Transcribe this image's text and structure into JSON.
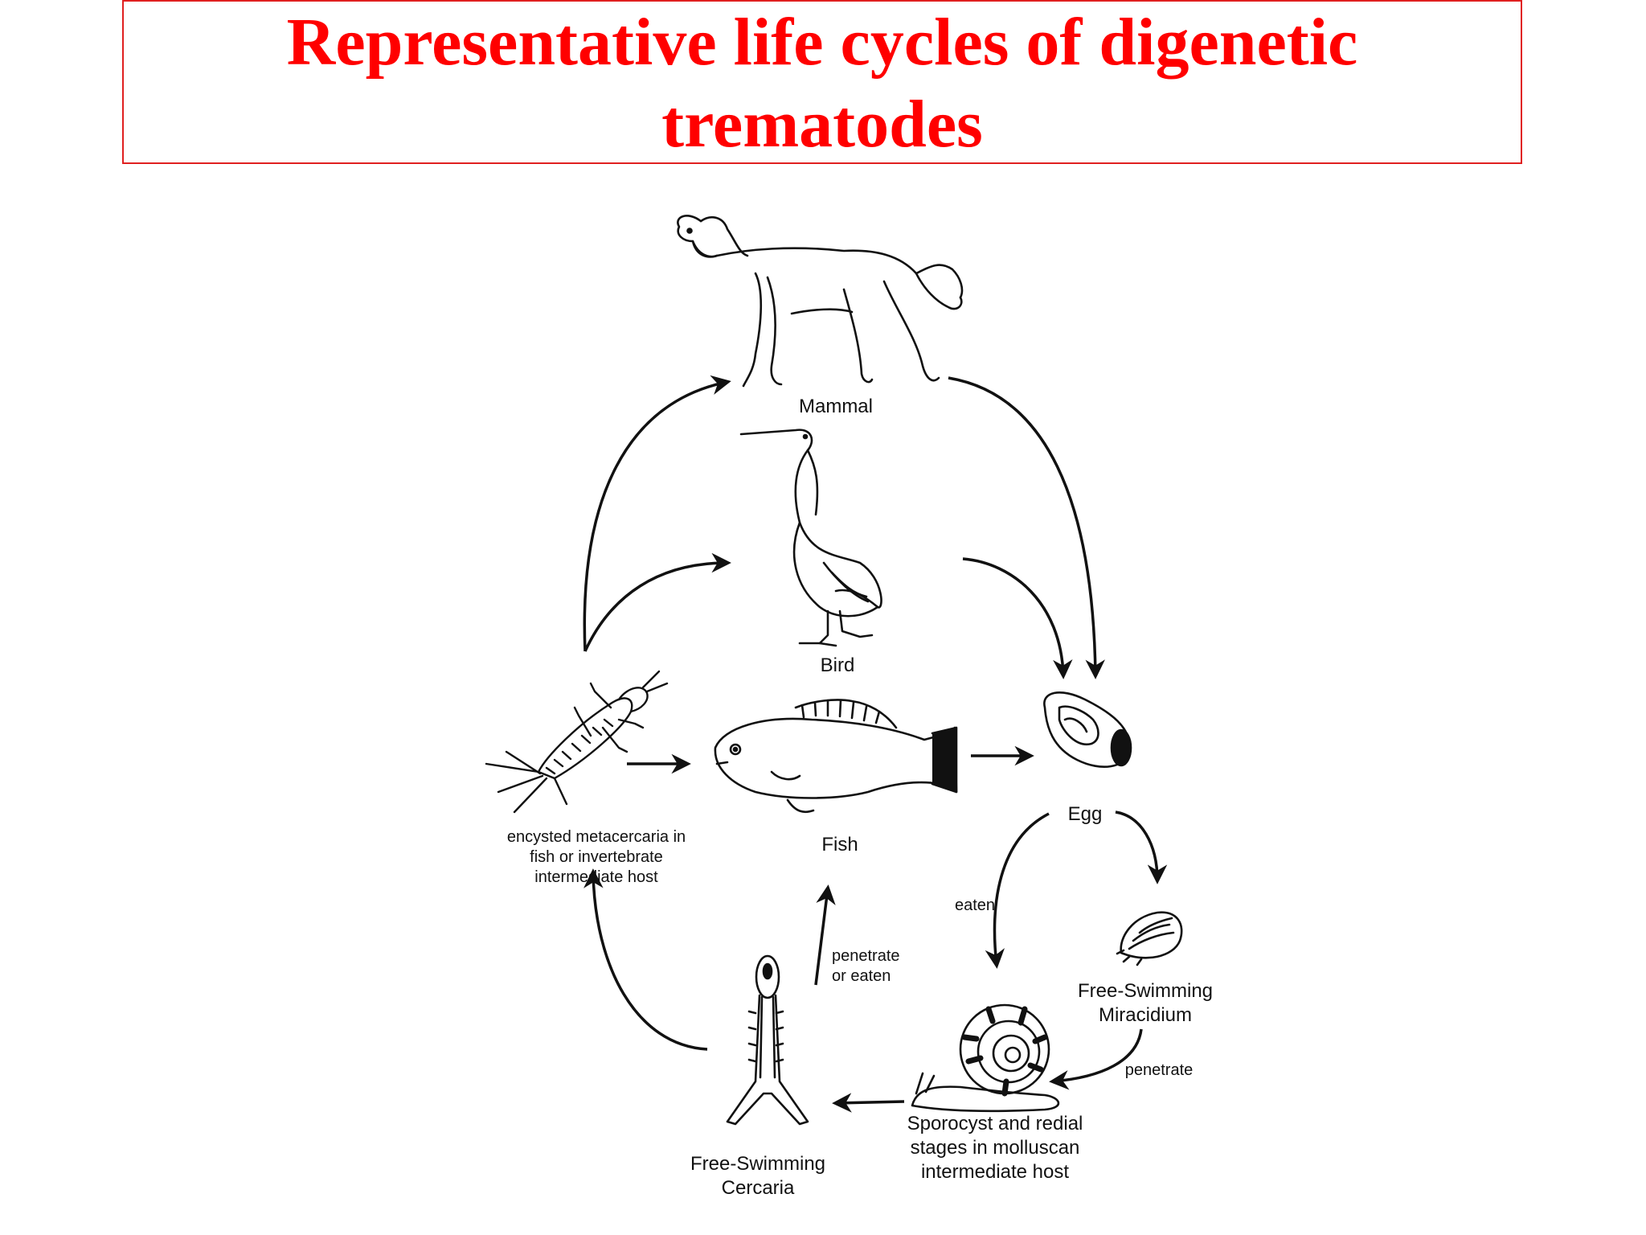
{
  "title": "Representative life cycles of digenetic trematodes",
  "labels": {
    "mammal": "Mammal",
    "bird": "Bird",
    "fish": "Fish",
    "egg": "Egg",
    "meta1": "encysted metacercaria in",
    "meta2": "fish or invertebrate",
    "meta3": "intermediate host",
    "eaten": "eaten",
    "pen_eaten1": "penetrate",
    "pen_eaten2": "or eaten",
    "mira1": "Free-Swimming",
    "mira2": "Miracidium",
    "penetrate": "penetrate",
    "spor1": "Sporocyst and redial",
    "spor2": "stages in molluscan",
    "spor3": "intermediate host",
    "cerc1": "Free-Swimming",
    "cerc2": "Cercaria"
  }
}
